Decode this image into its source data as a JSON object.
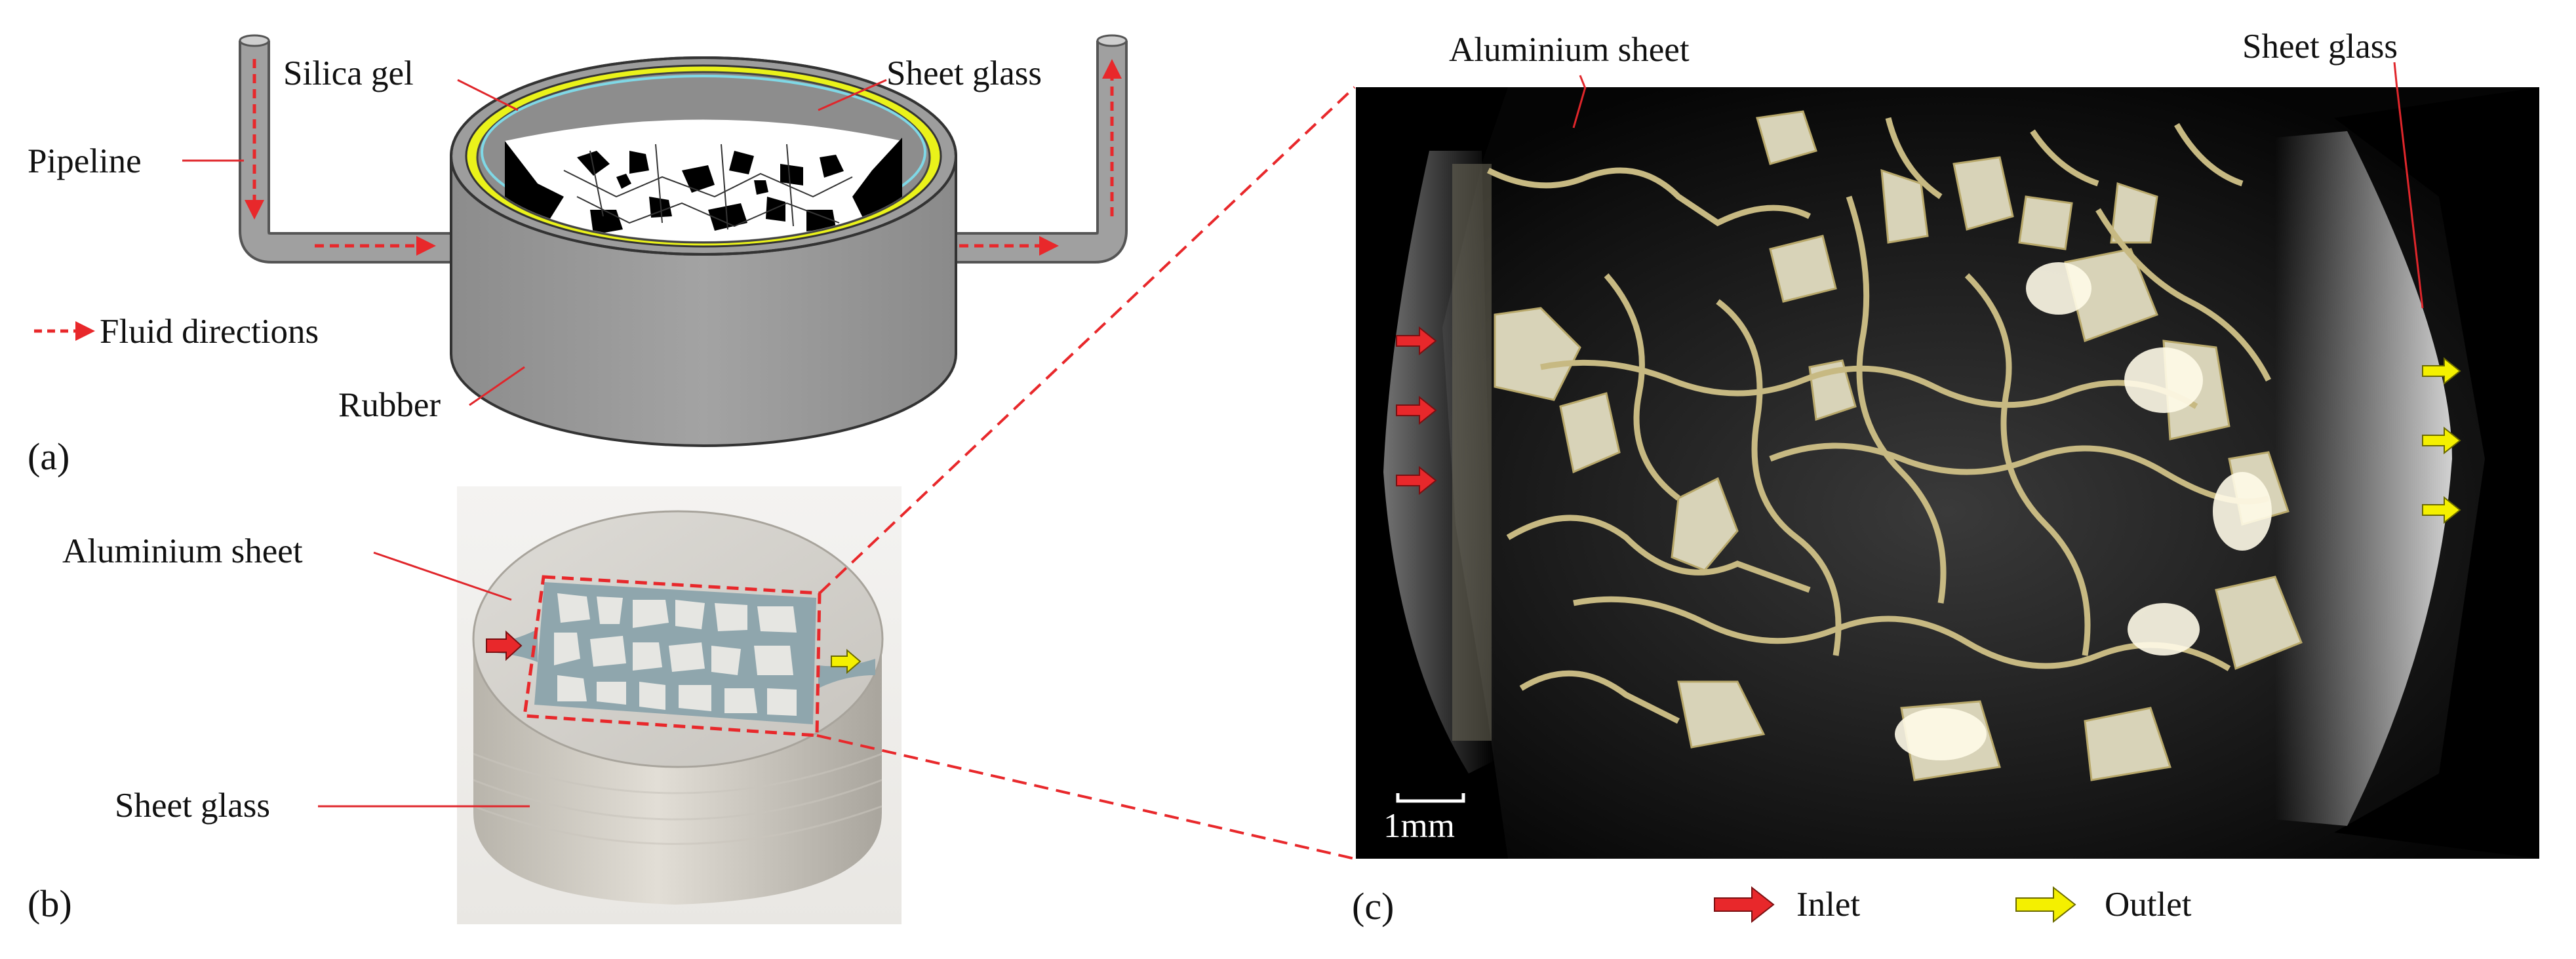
{
  "figure": {
    "panel_a": {
      "letter": "(a)",
      "labels": {
        "silica_gel": "Silica gel",
        "sheet_glass": "Sheet glass",
        "pipeline": "Pipeline",
        "fluid_directions": "Fluid directions",
        "rubber": "Rubber"
      }
    },
    "panel_b": {
      "letter": "(b)",
      "labels": {
        "aluminium_sheet": "Aluminium sheet",
        "sheet_glass": "Sheet glass"
      }
    },
    "panel_c": {
      "letter": "(c)",
      "labels": {
        "aluminium_sheet": "Aluminium sheet",
        "sheet_glass": "Sheet glass",
        "scale_bar": "1mm"
      },
      "legend": {
        "inlet": "Inlet",
        "outlet": "Outlet"
      }
    },
    "colors": {
      "inlet_arrow": "#e8282b",
      "outlet_arrow": "#f4f000",
      "leader_line": "#e0262b",
      "rubber_gray": "#9b9b9b",
      "silica_yellow": "#eaf21a"
    }
  }
}
